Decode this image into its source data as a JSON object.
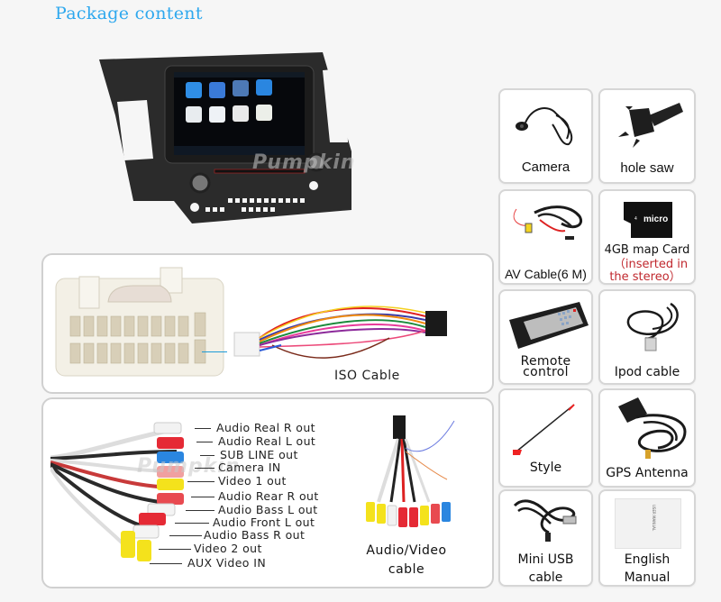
{
  "page": {
    "title": "Package content",
    "watermark": "Pumpkin"
  },
  "main_unit": {
    "name": "Car stereo head unit"
  },
  "iso_panel": {
    "label": "ISO Cable"
  },
  "av_panel": {
    "label_line1": "Audio/Video",
    "label_line2": "cable",
    "connectors": [
      "Audio Real R out",
      "Audio Real L out",
      "SUB LINE out",
      "Camera IN",
      "Video 1 out",
      "Audio Rear R out",
      "Audio Bass L  out",
      "Audio Front L   out",
      "Audio Bass R  out",
      "Video 2  out",
      "AUX Video IN"
    ]
  },
  "items": [
    {
      "label": "Camera"
    },
    {
      "label": "hole saw"
    },
    {
      "label": "AV Cable(6 M)"
    },
    {
      "label": "4GB map Card",
      "note_line1": "（inserted in",
      "note_line2": "the stereo）"
    },
    {
      "label_line1": "Remote",
      "label_line2": "control"
    },
    {
      "label": "Ipod cable"
    },
    {
      "label": "Style"
    },
    {
      "label": "GPS Antenna"
    },
    {
      "label_line1": "Mini USB",
      "label_line2": "cable"
    },
    {
      "label_line1": "English",
      "label_line2": "Manual",
      "manual_spine": "USER MANUAL"
    }
  ],
  "colors": {
    "title": "#2ea8ee",
    "note": "#c0282e",
    "connector_line": "#1e9bd7"
  }
}
